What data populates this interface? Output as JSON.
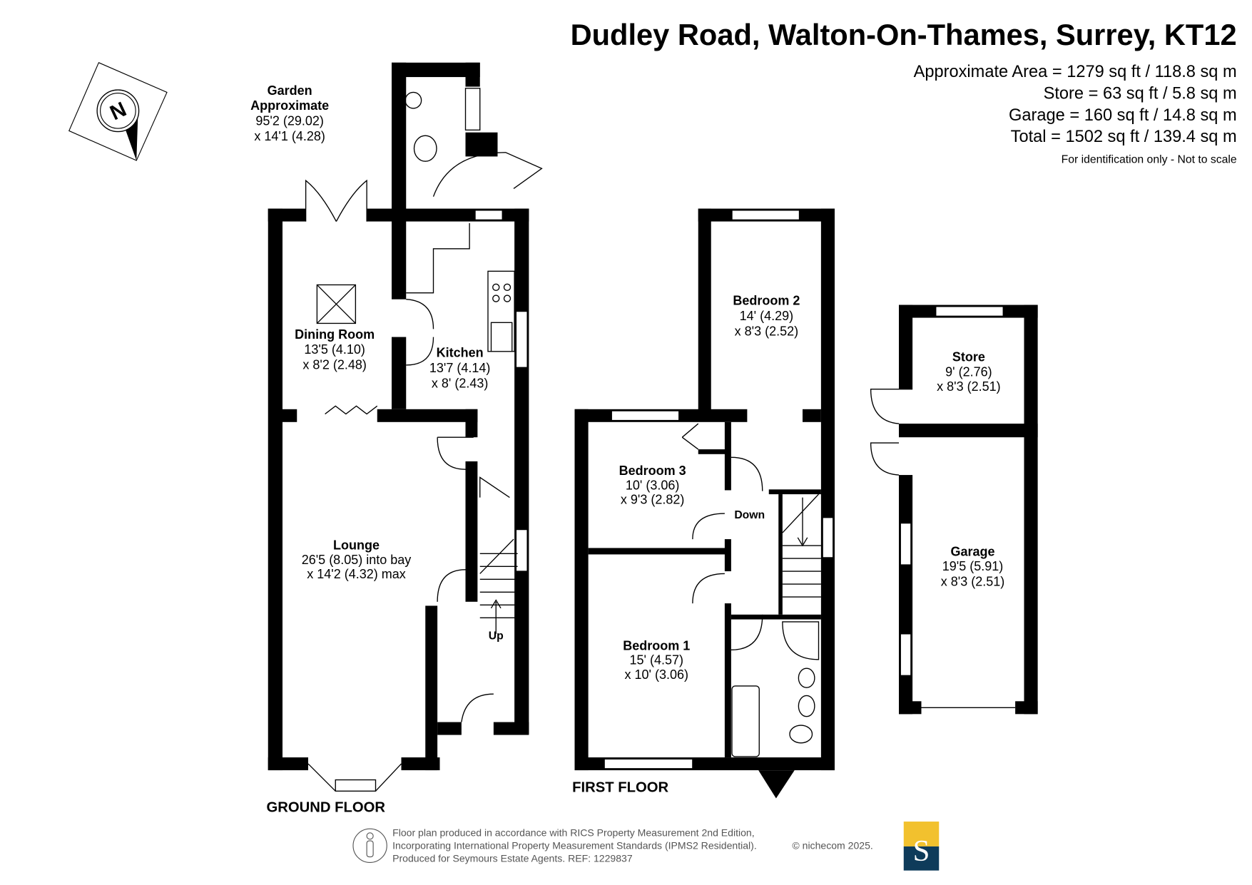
{
  "title": "Dudley Road, Walton-On-Thames, Surrey, KT12",
  "areas": [
    "Approximate Area = 1279 sq ft / 118.8 sq m",
    "Store = 63 sq ft / 5.8 sq m",
    "Garage = 160 sq ft / 14.8 sq m",
    "Total = 1502 sq ft / 139.4 sq m"
  ],
  "disclaimer": "For identification only - Not to scale",
  "compass_label": "N",
  "garden": {
    "name": "Garden",
    "line2": "Approximate",
    "dim1": "95'2 (29.02)",
    "dim2": "x 14'1 (4.28)"
  },
  "ground_floor": {
    "label": "GROUND FLOOR",
    "rooms": [
      {
        "name": "Dining Room",
        "dim1": "13'5 (4.10)",
        "dim2": "x 8'2 (2.48)"
      },
      {
        "name": "Kitchen",
        "dim1": "13'7 (4.14)",
        "dim2": "x 8' (2.43)"
      },
      {
        "name": "Lounge",
        "dim1": "26'5 (8.05) into bay",
        "dim2": "x 14'2 (4.32) max"
      }
    ],
    "stairs_label": "Up"
  },
  "first_floor": {
    "label": "FIRST FLOOR",
    "rooms": [
      {
        "name": "Bedroom 2",
        "dim1": "14' (4.29)",
        "dim2": "x 8'3 (2.52)"
      },
      {
        "name": "Bedroom 3",
        "dim1": "10' (3.06)",
        "dim2": "x 9'3 (2.82)"
      },
      {
        "name": "Bedroom 1",
        "dim1": "15' (4.57)",
        "dim2": "x 10' (3.06)"
      }
    ],
    "stairs_label": "Down"
  },
  "outbuildings": [
    {
      "name": "Store",
      "dim1": "9' (2.76)",
      "dim2": "x 8'3 (2.51)"
    },
    {
      "name": "Garage",
      "dim1": "19'5 (5.91)",
      "dim2": "x 8'3 (2.51)"
    }
  ],
  "footer": {
    "line1": "Floor plan produced in accordance with RICS Property Measurement 2nd Edition,",
    "line2": "Incorporating International Property Measurement Standards (IPMS2 Residential).",
    "copyright": "© nichecom 2025.",
    "line3": "Produced for Seymours Estate Agents.   REF:  1229837"
  },
  "logo": {
    "letter": "S",
    "top_color": "#f2c12e",
    "bottom_color": "#0e3b5a"
  }
}
